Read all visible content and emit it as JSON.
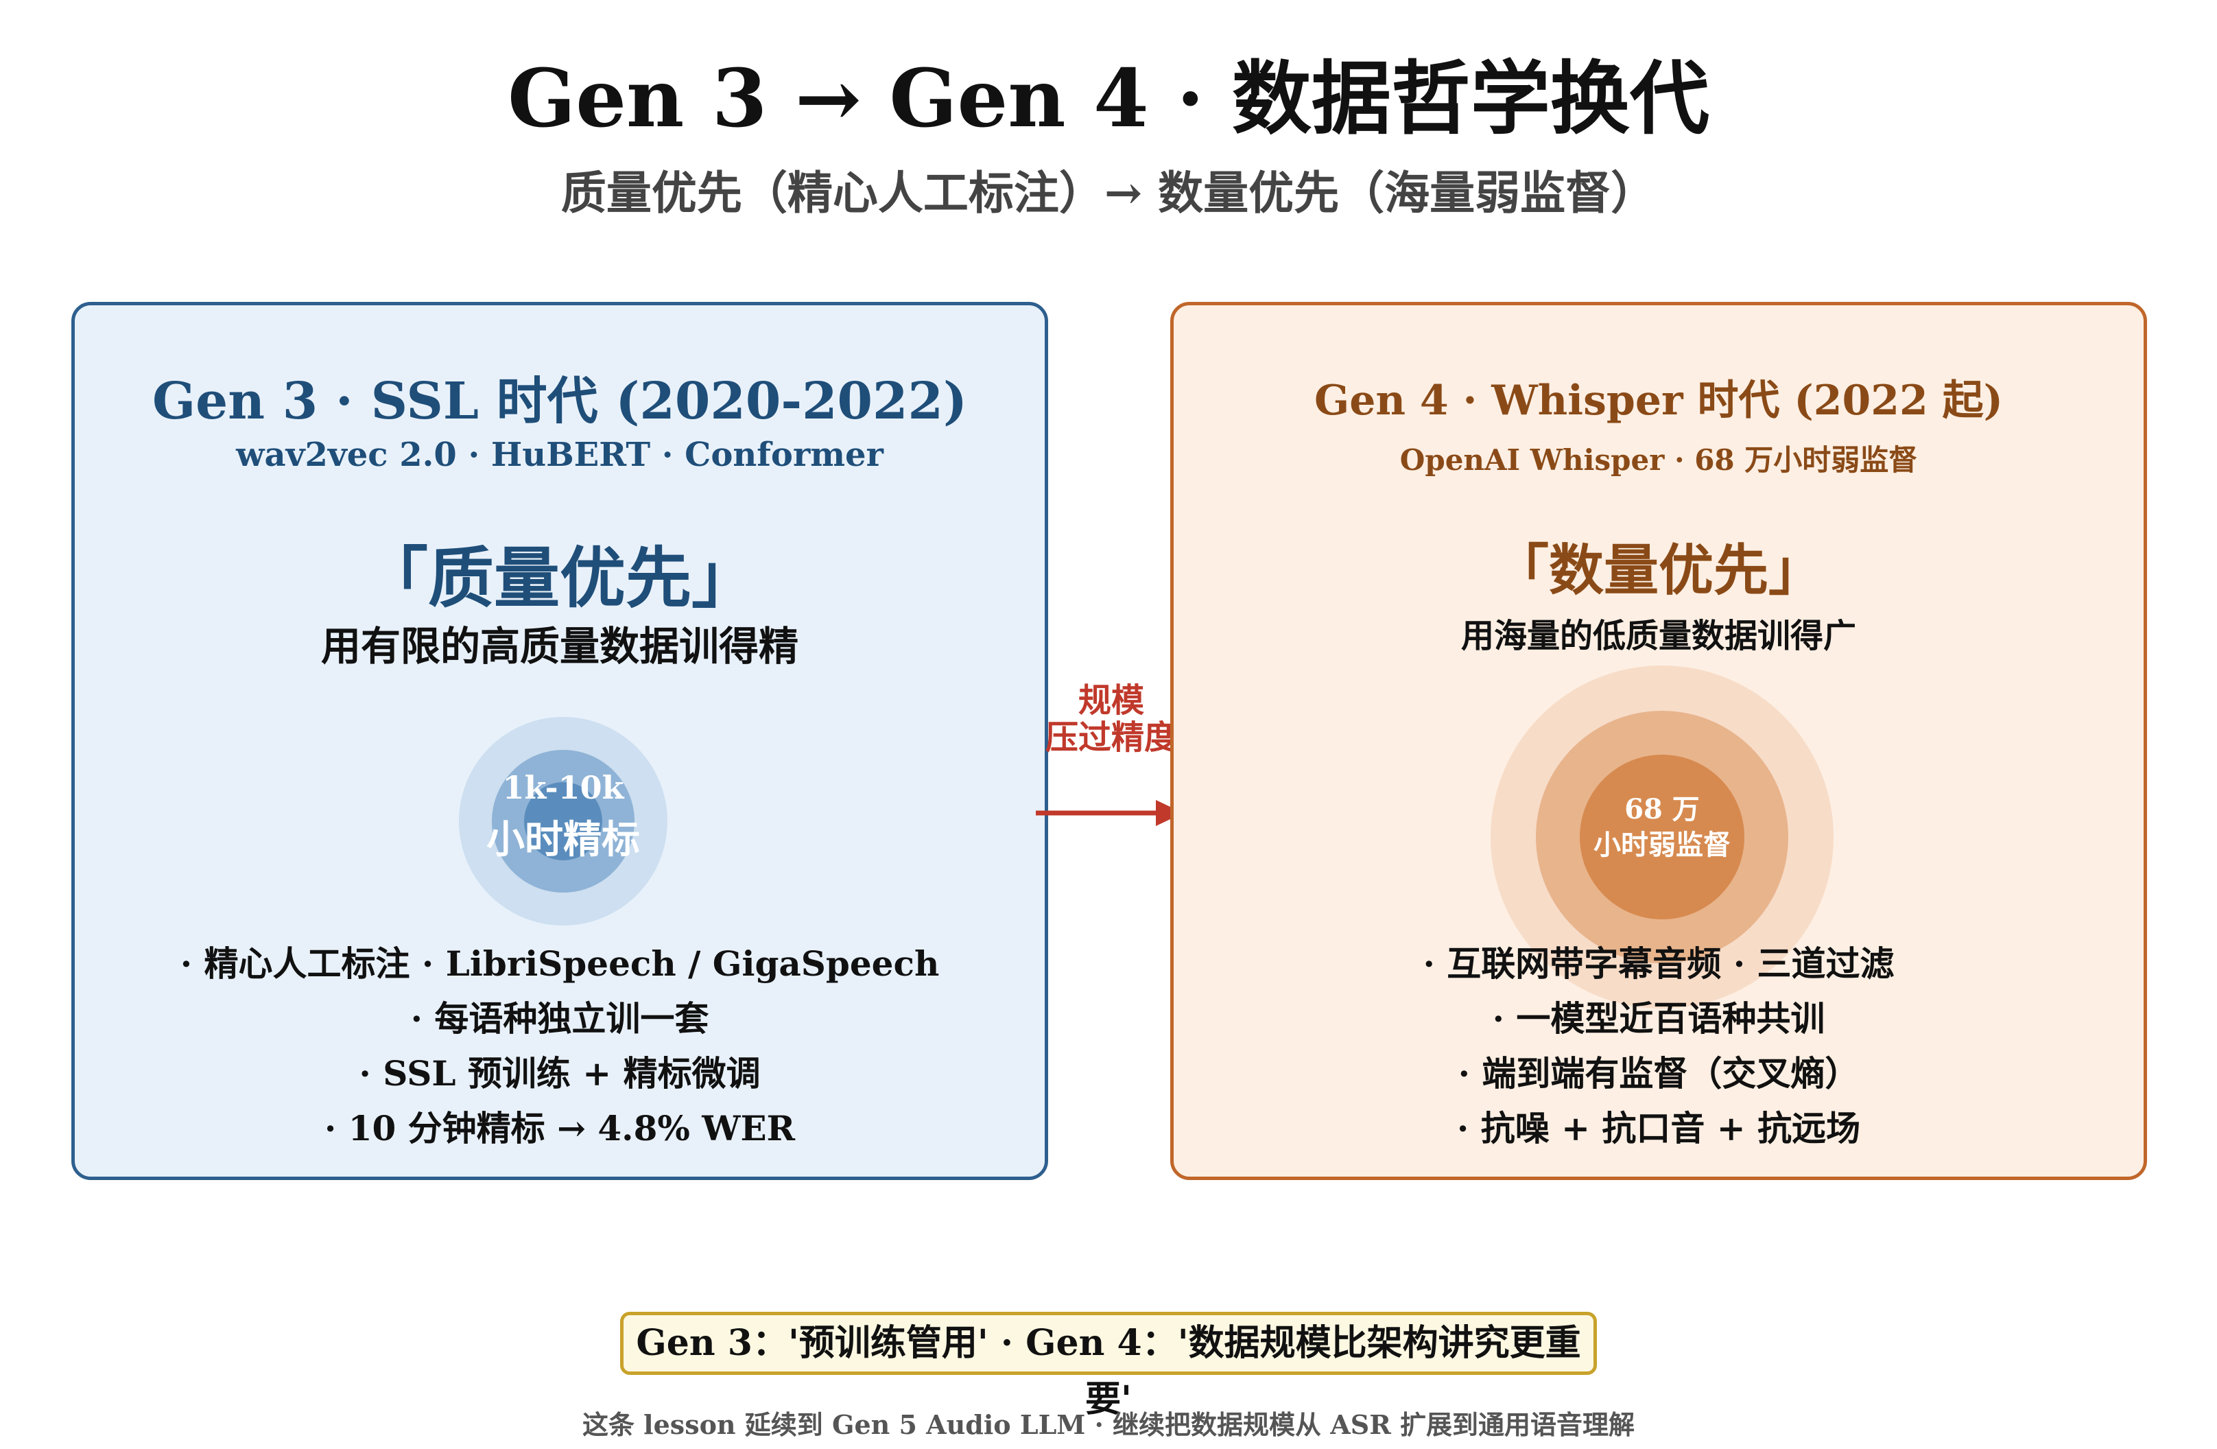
{
  "header": {
    "title": "Gen 3 → Gen 4 · 数据哲学换代",
    "subtitle": "质量优先（精心人工标注）→ 数量优先（海量弱监督）"
  },
  "left_panel": {
    "title": "Gen 3 · SSL 时代 (2020-2022)",
    "subtitle": "wav2vec 2.0 · HuBERT · Conformer",
    "motto": "「质量优先」",
    "tagline": "用有限的高质量数据训得精",
    "circle_line1": "1k-10k",
    "circle_line2": "小时精标",
    "items": [
      "· 精心人工标注 · LibriSpeech / GigaSpeech",
      "· 每语种独立训一套",
      "· SSL 预训练 + 精标微调",
      "· 10 分钟精标 → 4.8% WER"
    ],
    "accent": "#2e5f8e",
    "background": "#e8f1fa"
  },
  "arrow": {
    "label_line1": "规模",
    "label_line2": "压过精度",
    "color": "#c0392b"
  },
  "right_panel": {
    "title": "Gen 4 · Whisper 时代 (2022 起)",
    "subtitle": "OpenAI Whisper · 68 万小时弱监督",
    "motto": "「数量优先」",
    "tagline": "用海量的低质量数据训得广",
    "circle_line1": "68 万",
    "circle_line2": "小时弱监督",
    "items": [
      "· 互联网带字幕音频 · 三道过滤",
      "· 一模型近百语种共训",
      "· 端到端有监督（交叉熵）",
      "· 抗噪 + 抗口音 + 抗远场"
    ],
    "accent": "#c0662a",
    "background": "#fdefe3"
  },
  "conclusion": "Gen 3：'预训练管用' · Gen 4：'数据规模比架构讲究更重要'",
  "footer": "这条 lesson 延续到 Gen 5 Audio LLM · 继续把数据规模从 ASR 扩展到通用语音理解"
}
